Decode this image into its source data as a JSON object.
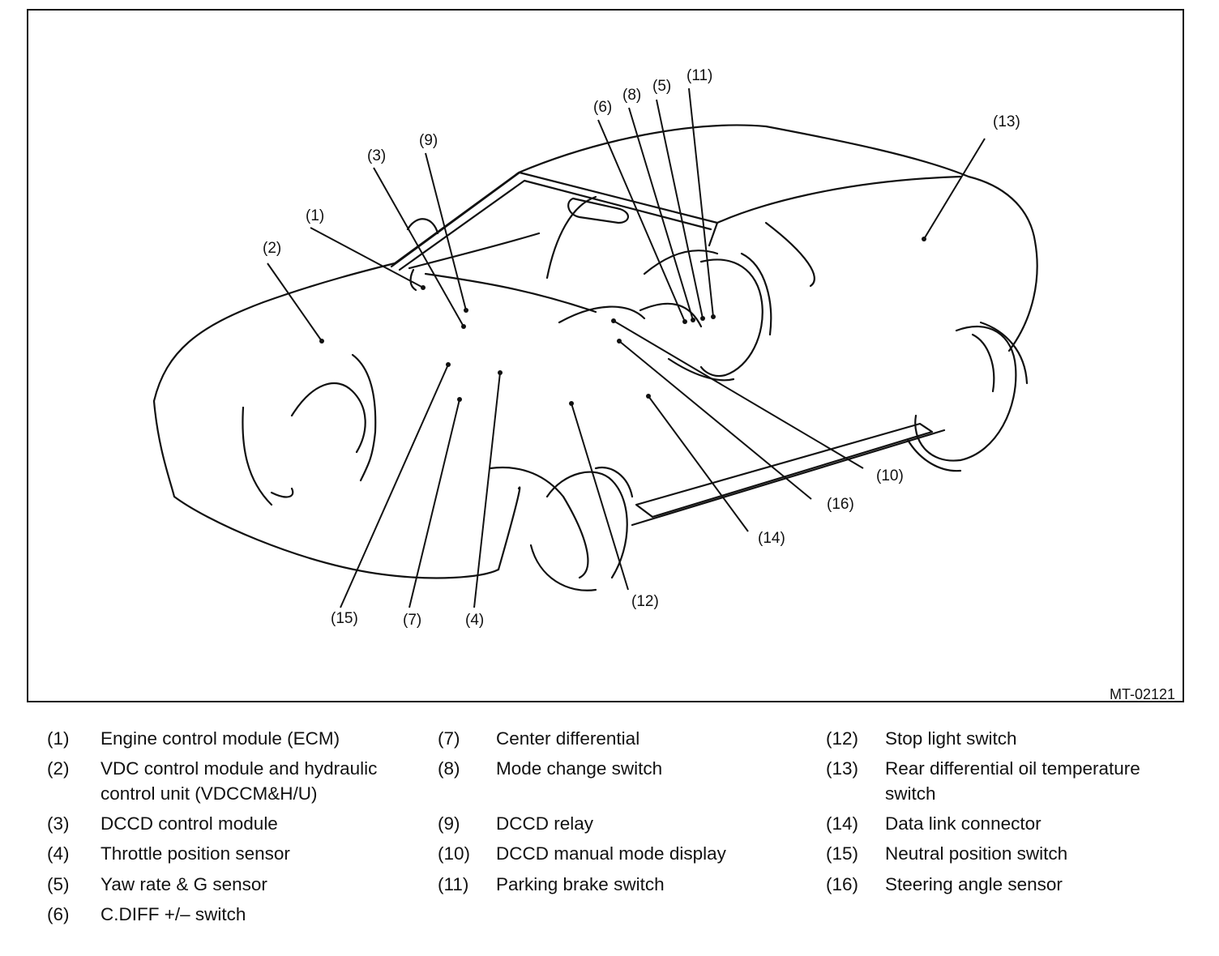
{
  "figure": {
    "code": "MT-02121",
    "callouts": [
      {
        "label": "(1)"
      },
      {
        "label": "(2)"
      },
      {
        "label": "(3)"
      },
      {
        "label": "(4)"
      },
      {
        "label": "(5)"
      },
      {
        "label": "(6)"
      },
      {
        "label": "(7)"
      },
      {
        "label": "(8)"
      },
      {
        "label": "(9)"
      },
      {
        "label": "(10)"
      },
      {
        "label": "(11)"
      },
      {
        "label": "(12)"
      },
      {
        "label": "(13)"
      },
      {
        "label": "(14)"
      },
      {
        "label": "(15)"
      },
      {
        "label": "(16)"
      }
    ]
  },
  "legend": {
    "items": [
      {
        "num": "(1)",
        "text": "Engine control module (ECM)"
      },
      {
        "num": "(2)",
        "text": "VDC control module and hydraulic control unit (VDCCM&H/U)"
      },
      {
        "num": "(3)",
        "text": "DCCD control module"
      },
      {
        "num": "(4)",
        "text": "Throttle position sensor"
      },
      {
        "num": "(5)",
        "text": "Yaw rate & G sensor"
      },
      {
        "num": "(6)",
        "text": "C.DIFF +/– switch"
      },
      {
        "num": "(7)",
        "text": "Center differential"
      },
      {
        "num": "(8)",
        "text": "Mode change switch"
      },
      {
        "num": "(9)",
        "text": "DCCD relay"
      },
      {
        "num": "(10)",
        "text": "DCCD manual mode display"
      },
      {
        "num": "(11)",
        "text": "Parking brake switch"
      },
      {
        "num": "(12)",
        "text": "Stop light switch"
      },
      {
        "num": "(13)",
        "text": "Rear differential oil temperature switch"
      },
      {
        "num": "(14)",
        "text": "Data link connector"
      },
      {
        "num": "(15)",
        "text": "Neutral position switch"
      },
      {
        "num": "(16)",
        "text": "Steering angle sensor"
      }
    ]
  }
}
